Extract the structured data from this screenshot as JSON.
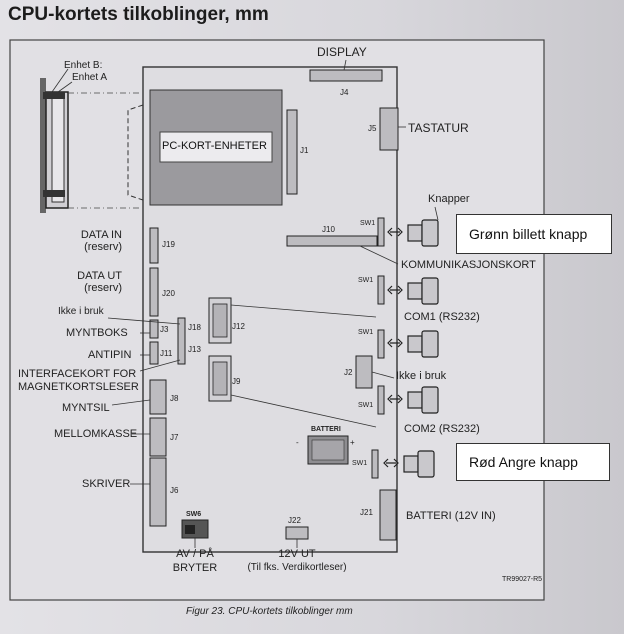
{
  "title": "CPU-kortets tilkoblinger, mm",
  "figure_caption": "Figur 23.  CPU-kortets tilkoblinger mm",
  "ref_code": "TR99027-R5",
  "units": {
    "enhet_b": "Enhet B:",
    "enhet_a": "Enhet A"
  },
  "board": {
    "pc_card": "PC-KORT-ENHETER",
    "battery": "BATTERI",
    "battery_minus": "-",
    "battery_plus": "+"
  },
  "connectors": {
    "j1": "J1",
    "j2": "J2",
    "j3": "J3",
    "j4": "J4",
    "j5": "J5",
    "j6": "J6",
    "j7": "J7",
    "j8": "J8",
    "j9": "J9",
    "j10": "J10",
    "j11": "J11",
    "j12": "J12",
    "j13": "J13",
    "j18": "J18",
    "j19": "J19",
    "j20": "J20",
    "j21": "J21",
    "j22": "J22",
    "sw1": "SW1",
    "sw6": "SW6"
  },
  "labels": {
    "display": "DISPLAY",
    "tastatur": "TASTATUR",
    "knapper": "Knapper",
    "kommunikasjonskort": "KOMMUNIKASJONSKORT",
    "com1": "COM1 (RS232)",
    "ikke_i_bruk_right": "Ikke i bruk",
    "com2": "COM2 (RS232)",
    "batteri_12v": "BATTERI (12V IN)",
    "data_in": "DATA IN",
    "data_in_sub": "(reserv)",
    "data_ut": "DATA UT",
    "data_ut_sub": "(reserv)",
    "ikke_i_bruk_left": "Ikke i bruk",
    "myntboks": "MYNTBOKS",
    "antipin": "ANTIPIN",
    "interfacekort_1": "INTERFACEKORT FOR",
    "interfacekort_2": "MAGNETKORTSLESER",
    "myntsil": "MYNTSIL",
    "mellomkasse": "MELLOMKASSE",
    "skriver": "SKRIVER",
    "av_pa_1": "AV / PÅ",
    "av_pa_2": "BRYTER",
    "v12_ut": "12V UT",
    "v12_ut_sub": "(Til fks. Verdikortleser)"
  },
  "callouts": {
    "green": "Grønn billett knapp",
    "red": "Rød Angre knapp"
  }
}
